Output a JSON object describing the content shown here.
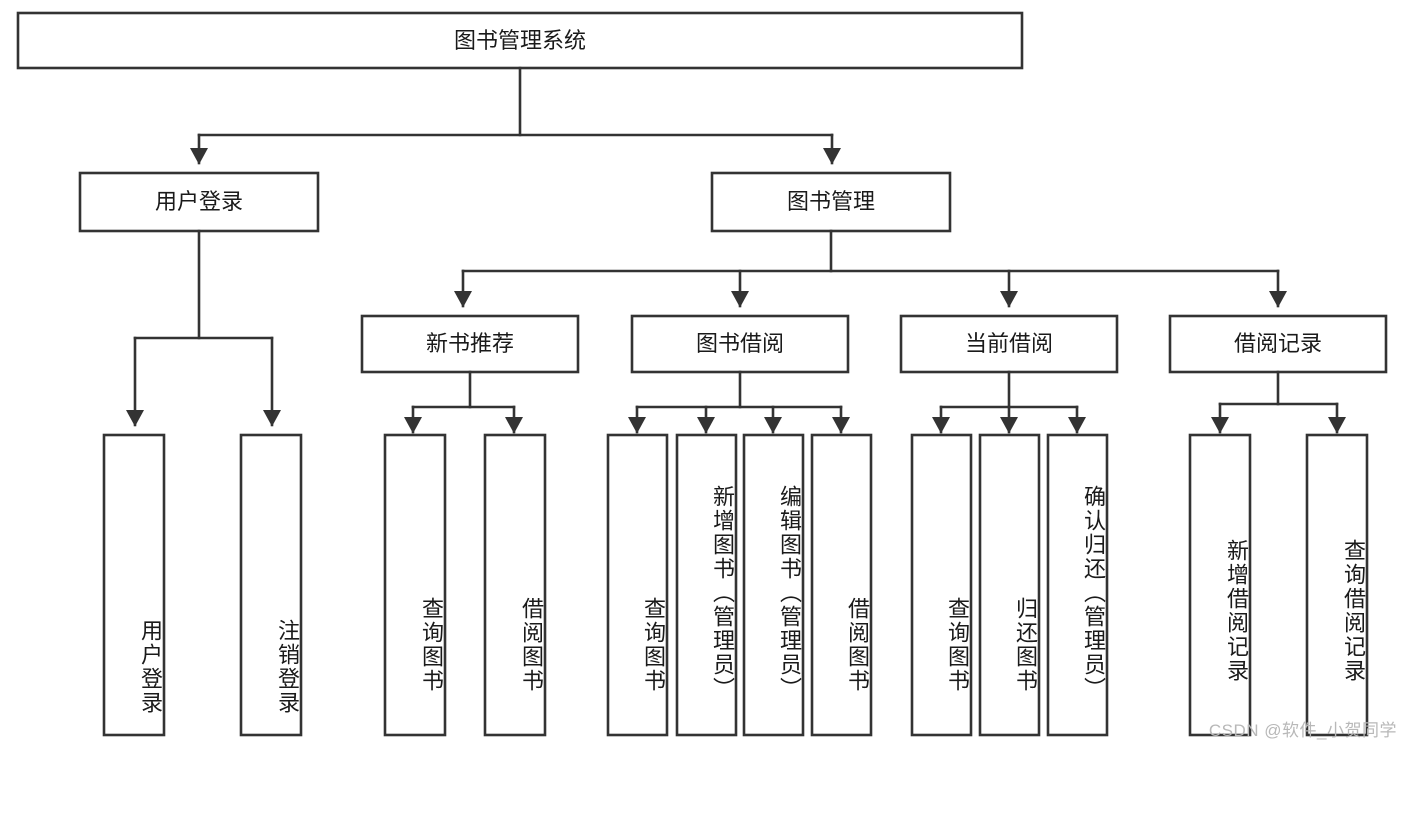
{
  "diagram": {
    "type": "tree-hierarchy",
    "title": "图书管理系统",
    "watermark": "CSDN @软件_小贺同学",
    "colors": {
      "stroke": "#333333",
      "fill": "#ffffff",
      "text": "#1a1a1a",
      "watermark": "#b8b8b8"
    },
    "root": {
      "label": "图书管理系统"
    },
    "level2": [
      {
        "label": "用户登录"
      },
      {
        "label": "图书管理"
      }
    ],
    "level3": [
      {
        "label": "新书推荐"
      },
      {
        "label": "图书借阅"
      },
      {
        "label": "当前借阅"
      },
      {
        "label": "借阅记录"
      }
    ],
    "leaves": {
      "user_login": [
        {
          "label": "用户登录"
        },
        {
          "label": "注销登录"
        }
      ],
      "new_book_recommend": [
        {
          "label": "查询图书"
        },
        {
          "label": "借阅图书"
        }
      ],
      "book_borrow": [
        {
          "label": "查询图书"
        },
        {
          "label": "新增图书（管理员）"
        },
        {
          "label": "编辑图书（管理员）"
        },
        {
          "label": "借阅图书"
        }
      ],
      "current_borrow": [
        {
          "label": "查询图书"
        },
        {
          "label": "归还图书"
        },
        {
          "label": "确认归还（管理员）"
        }
      ],
      "borrow_record": [
        {
          "label": "新增借阅记录"
        },
        {
          "label": "查询借阅记录"
        }
      ]
    }
  }
}
